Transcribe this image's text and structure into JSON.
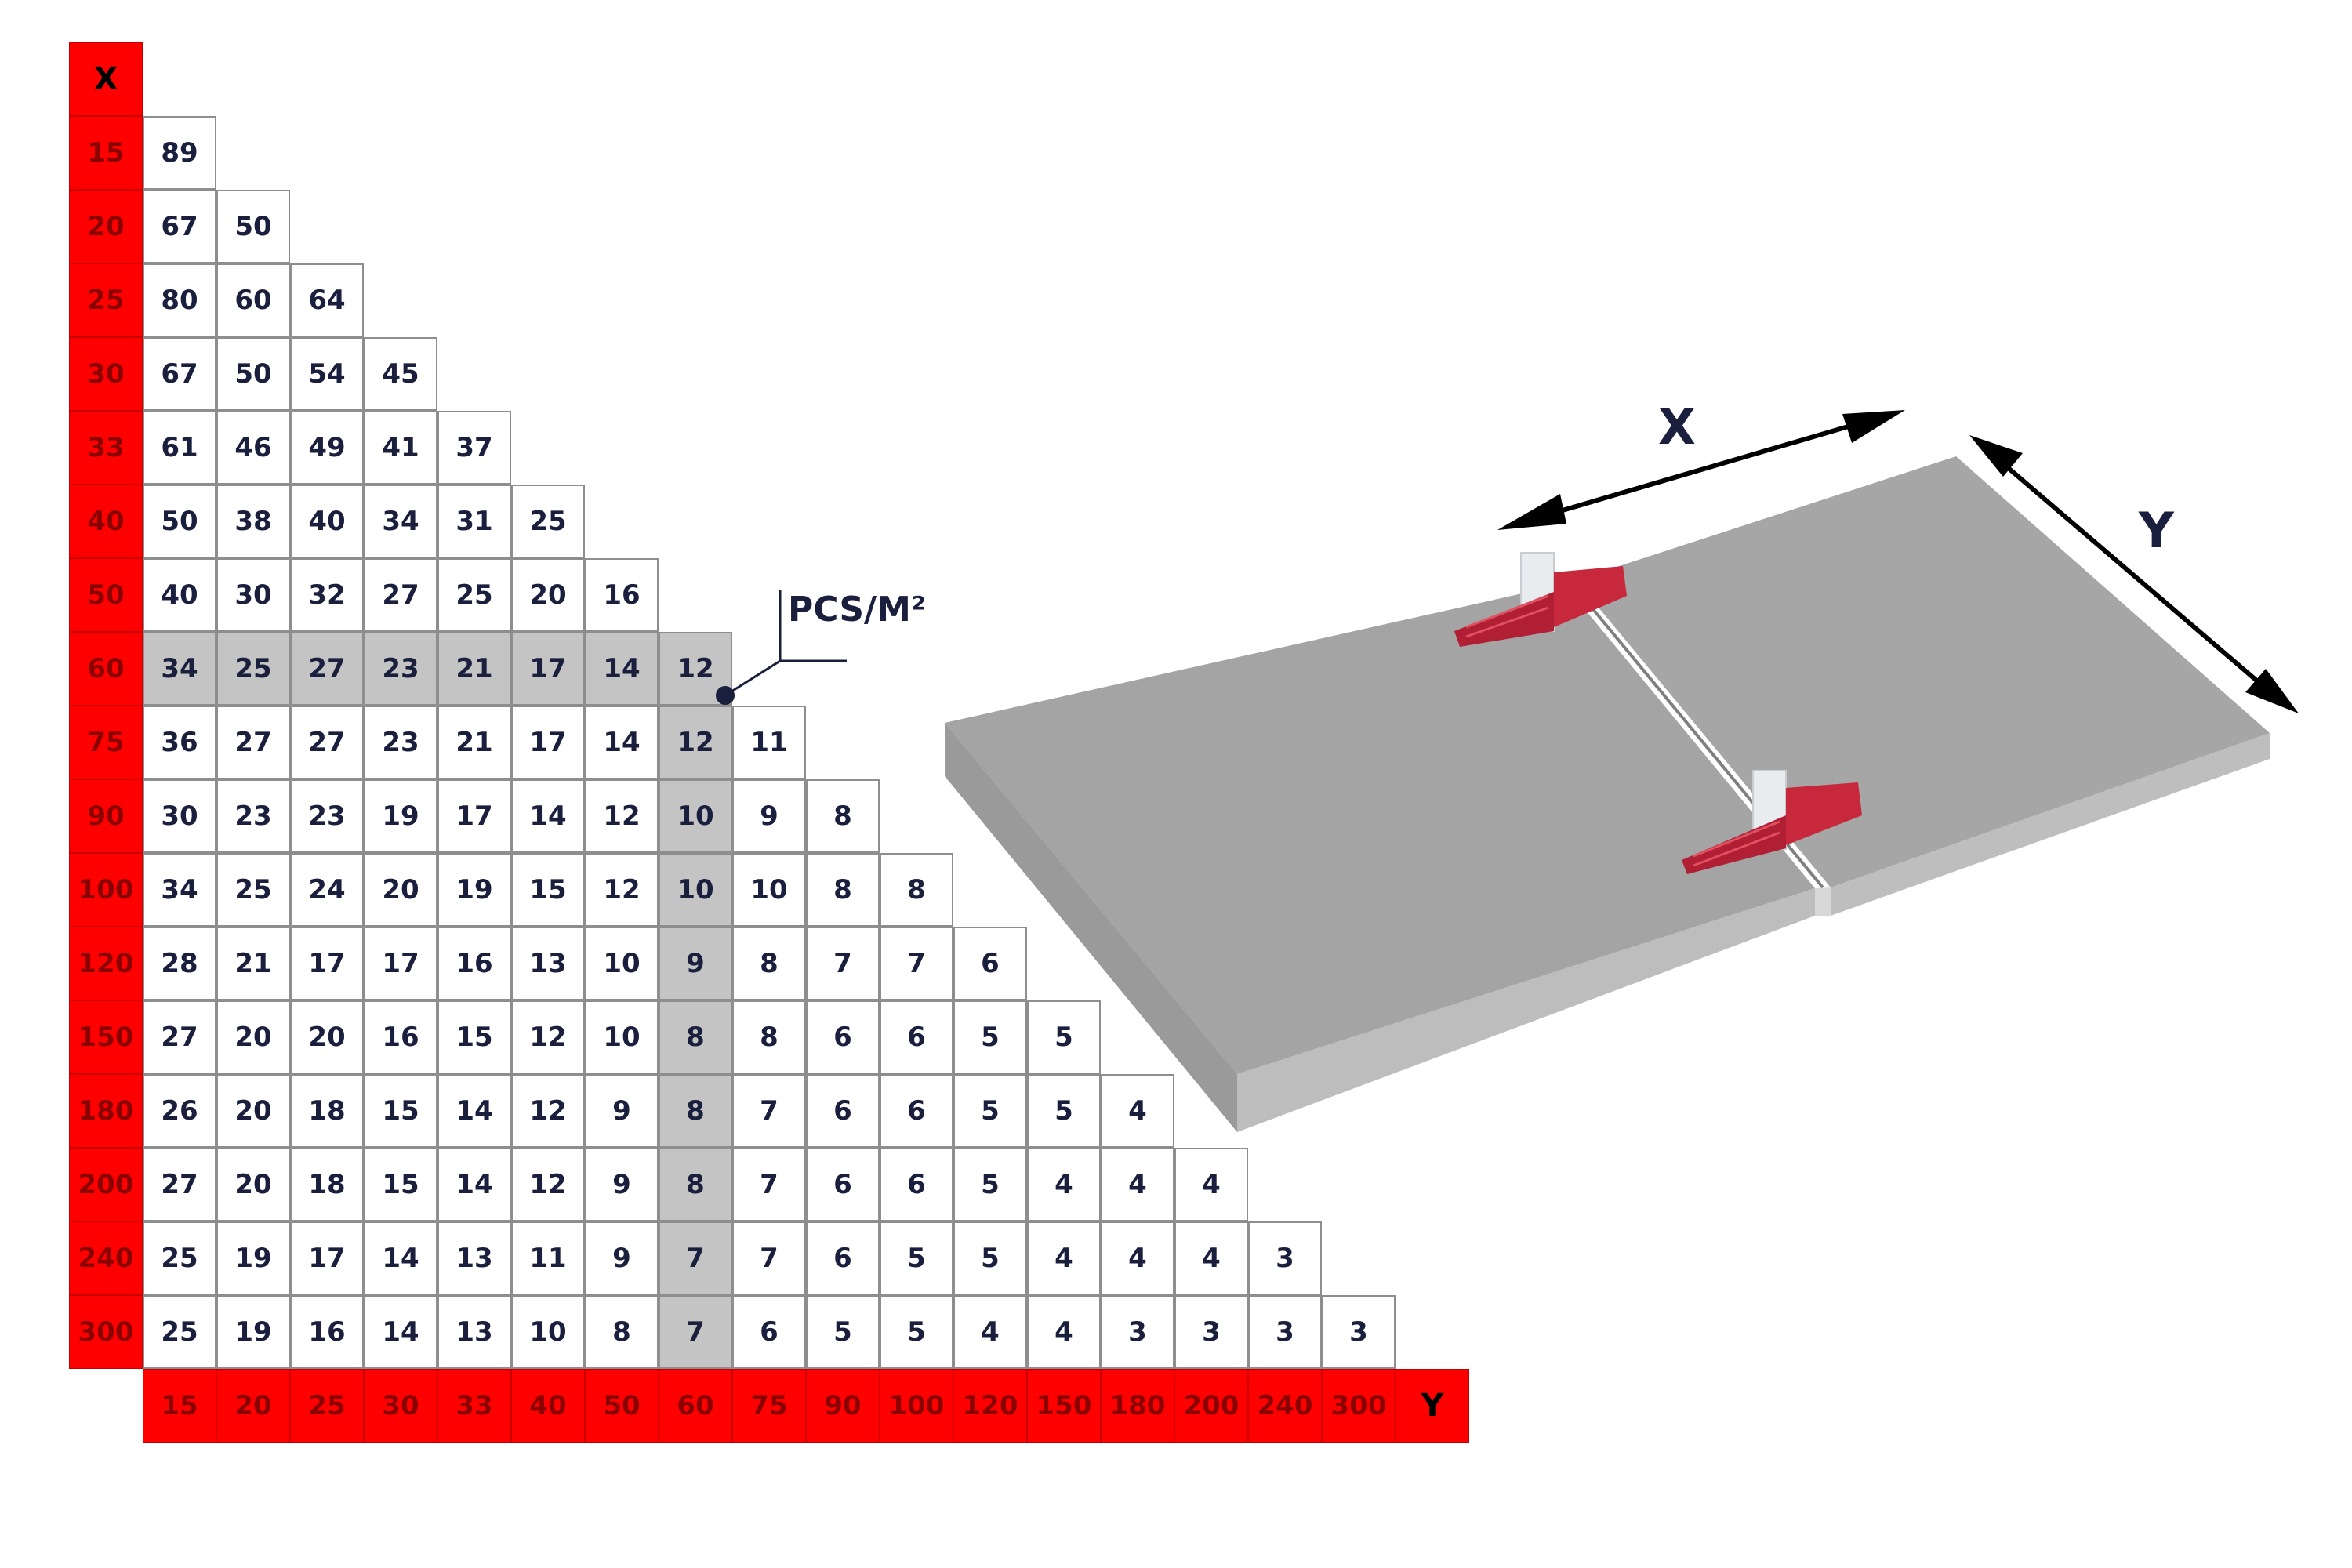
{
  "table": {
    "x_corner": "X",
    "y_corner": "Y",
    "row_headers": [
      "15",
      "20",
      "25",
      "30",
      "33",
      "40",
      "50",
      "60",
      "75",
      "90",
      "100",
      "120",
      "150",
      "180",
      "200",
      "240",
      "300"
    ],
    "col_headers": [
      "15",
      "20",
      "25",
      "30",
      "33",
      "40",
      "50",
      "60",
      "75",
      "90",
      "100",
      "120",
      "150",
      "180",
      "200",
      "240",
      "300"
    ],
    "rows": [
      [
        89
      ],
      [
        67,
        50
      ],
      [
        80,
        60,
        64
      ],
      [
        67,
        50,
        54,
        45
      ],
      [
        61,
        46,
        49,
        41,
        37
      ],
      [
        50,
        38,
        40,
        34,
        31,
        25
      ],
      [
        40,
        30,
        32,
        27,
        25,
        20,
        16
      ],
      [
        34,
        25,
        27,
        23,
        21,
        17,
        14,
        12
      ],
      [
        36,
        27,
        27,
        23,
        21,
        17,
        14,
        12,
        11
      ],
      [
        30,
        23,
        23,
        19,
        17,
        14,
        12,
        10,
        9,
        8
      ],
      [
        34,
        25,
        24,
        20,
        19,
        15,
        12,
        10,
        10,
        8,
        8
      ],
      [
        28,
        21,
        17,
        17,
        16,
        13,
        10,
        9,
        8,
        7,
        7,
        6
      ],
      [
        27,
        20,
        20,
        16,
        15,
        12,
        10,
        8,
        8,
        6,
        6,
        5,
        5
      ],
      [
        26,
        20,
        18,
        15,
        14,
        12,
        9,
        8,
        7,
        6,
        6,
        5,
        5,
        4
      ],
      [
        27,
        20,
        18,
        15,
        14,
        12,
        9,
        8,
        7,
        6,
        6,
        5,
        4,
        4,
        4
      ],
      [
        25,
        19,
        17,
        14,
        13,
        11,
        9,
        7,
        7,
        6,
        5,
        5,
        4,
        4,
        4,
        3
      ],
      [
        25,
        19,
        16,
        14,
        13,
        10,
        8,
        7,
        6,
        5,
        5,
        4,
        4,
        3,
        3,
        3,
        3
      ]
    ],
    "highlight_row": "60",
    "highlight_col": "60"
  },
  "unit_label": "PCS/M²",
  "diagram": {
    "x_label": "X",
    "y_label": "Y"
  },
  "colors": {
    "header_red": "#ff0000",
    "header_text": "#8a0000",
    "value_text": "#1a1f3d",
    "highlight_gray": "#c4c4c4",
    "tile_top": "#a3a3a3",
    "tile_side": "#bcbcbc",
    "clip_red": "#c8283c"
  }
}
